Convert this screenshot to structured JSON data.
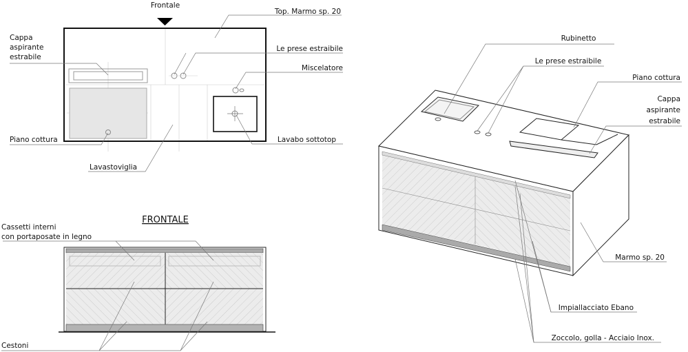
{
  "plan": {
    "view_label": "Frontale",
    "labels": {
      "top": "Top. Marmo sp. 20",
      "cappa": [
        "Cappa",
        "aspirante",
        "estrabile"
      ],
      "prese": "Le prese estraibile",
      "miscelatore": "Miscelatore",
      "piano": "Piano cottura",
      "lavabo": "Lavabo sottotop",
      "lavastoviglie": "Lavastoviglia"
    }
  },
  "front": {
    "title": "FRONTALE",
    "labels": {
      "cassetti": [
        "Cassetti interni",
        "con portaposate in legno"
      ],
      "cestoni": "Cestoni"
    }
  },
  "iso": {
    "labels": {
      "rubinetto": "Rubinetto",
      "prese": "Le prese estraibile",
      "piano": "Piano cottura",
      "cappa": [
        "Cappa",
        "aspirante",
        "estrabile"
      ],
      "marmo": "Marmo sp. 20",
      "impiallacciato": "Impiallacciato Ebano",
      "zoccolo": "Zoccolo, golla - Acciaio Inox."
    }
  }
}
